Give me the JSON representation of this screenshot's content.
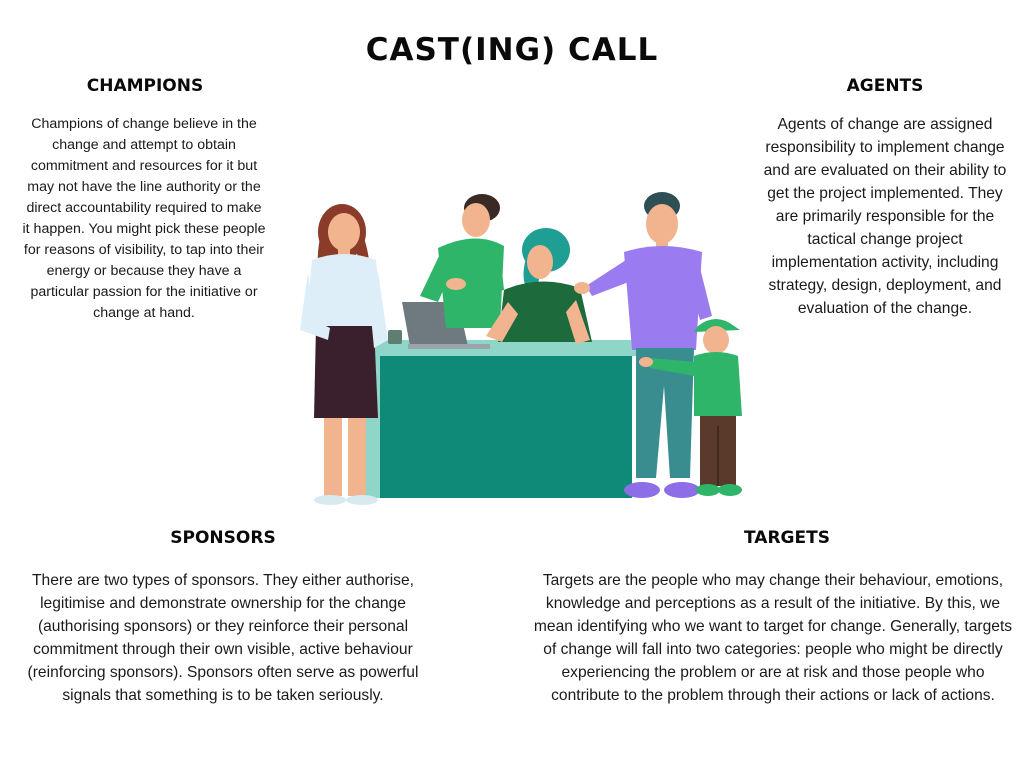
{
  "title": "CAST(ING) CALL",
  "champions": {
    "heading": "CHAMPIONS",
    "text": "Champions of change believe in the change and attempt to obtain commitment and resources for it but may not have the line authority or the direct accountability required to make it happen. You might pick these people for reasons of visibility, to tap into their energy or because they have a particular passion for the initiative or change at hand."
  },
  "agents": {
    "heading": "AGENTS",
    "text": "Agents of change are assigned responsibility to implement change and are evaluated on their ability to get the project implemented. They are primarily responsible for the tactical change project implementation activity, including strategy, design, deployment, and evaluation of the change."
  },
  "sponsors": {
    "heading": "SPONSORS",
    "text": "There are two types of sponsors. They either authorise, legitimise and demonstrate ownership for the change (authorising sponsors) or they reinforce their personal commitment through their own visible, active behaviour (reinforcing sponsors). Sponsors often serve as powerful signals that something is to be taken seriously."
  },
  "targets": {
    "heading": "TARGETS",
    "text": "Targets are the people who may change their behaviour, emotions, knowledge and perceptions as a result of the initiative. By this, we mean identifying who we want to target for change. Generally, targets of change will fall into two categories: people who might be directly experiencing the problem or are at risk and those people who contribute to the problem through their actions or lack of actions."
  },
  "illustration": {
    "icon": "team-meeting-illustration",
    "colors": {
      "desk_top": "#8fd6c8",
      "desk_front": "#0f8a78",
      "green_shirt": "#2fb56a",
      "purple_shirt": "#9b7cf0",
      "skin": "#f2b48f",
      "hair_brown": "#8a3b2a",
      "hair_teal": "#1f9e94",
      "skirt": "#3a1f2c"
    }
  }
}
